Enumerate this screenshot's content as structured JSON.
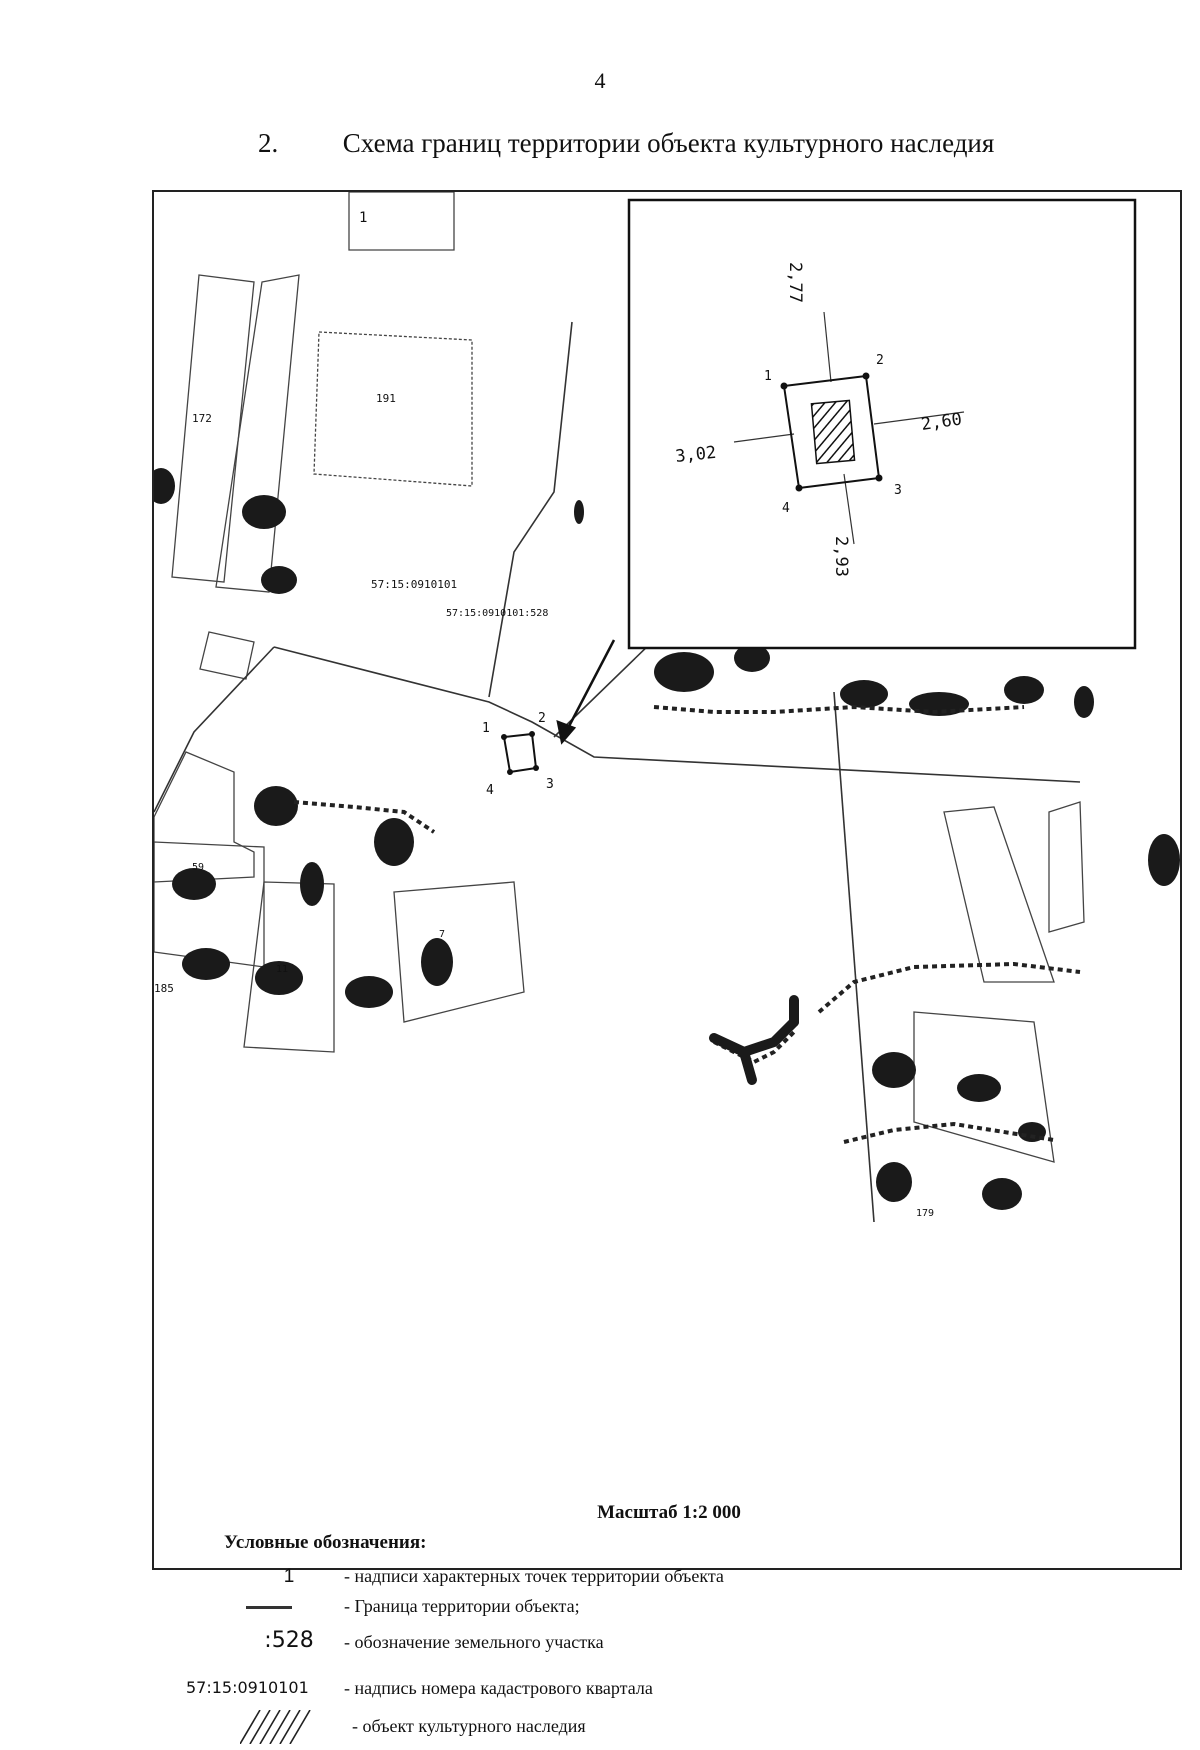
{
  "page_number": "4",
  "heading": {
    "number": "2.",
    "text": "Схема границ территории объекта культурного наследия"
  },
  "map": {
    "parcel_labels": [
      "172",
      "191",
      "185",
      "11",
      "7",
      "59",
      "179"
    ],
    "block_label": "57:15:0910101",
    "parcel_label": "57:15:0910101:528",
    "parcel_number_small": "1",
    "points": [
      "1",
      "2",
      "3",
      "4"
    ],
    "inset": {
      "points": [
        "1",
        "2",
        "3",
        "4"
      ],
      "dimensions": {
        "north": "2,77",
        "east": "2,60",
        "south": "2,93",
        "west": "3,02"
      }
    }
  },
  "scale": "Масштаб 1:2 000",
  "legend": {
    "title": "Условные обозначения:",
    "items": [
      {
        "symbol": "1",
        "text": "- надписи характерных точек территории объекта"
      },
      {
        "symbol": "",
        "text": "- Граница территории объекта;"
      },
      {
        "symbol": ":528",
        "text": "- обозначение земельного участка"
      },
      {
        "symbol": "57:15:0910101",
        "text": "- надпись номера кадастрового квартала"
      },
      {
        "symbol": "",
        "text": "- объект культурного наследия"
      }
    ]
  },
  "colors": {
    "ink": "#111111",
    "building": "#1a1a1a",
    "line": "#333333"
  }
}
